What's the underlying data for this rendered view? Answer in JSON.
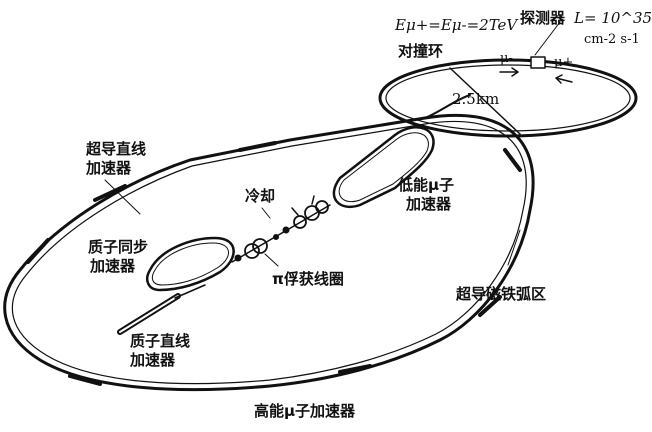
{
  "labels": {
    "energy_formula": "Eμ+=Eμ-=2TeV",
    "luminosity": "L= 10^35",
    "luminosity_units": "cm-2 s-1",
    "detector": "探测器",
    "collider_ring": "对撞环",
    "mu_minus": "μ-",
    "mu_plus": "μ+",
    "ring_size": "2.5km",
    "sc_linac": [
      "超导直线",
      "加速器"
    ],
    "cooling": "冷却",
    "low_energy_mu": [
      "低能μ子",
      "加速器"
    ],
    "proton_synchrotron": [
      "质子同步",
      "加速器"
    ],
    "pi_capture": "π俘获线圈",
    "sc_arc": "超导磁铁弧区",
    "proton_linac": [
      "质子直线",
      "加速器"
    ],
    "high_energy_mu": "高能μ子加速器"
  }
}
